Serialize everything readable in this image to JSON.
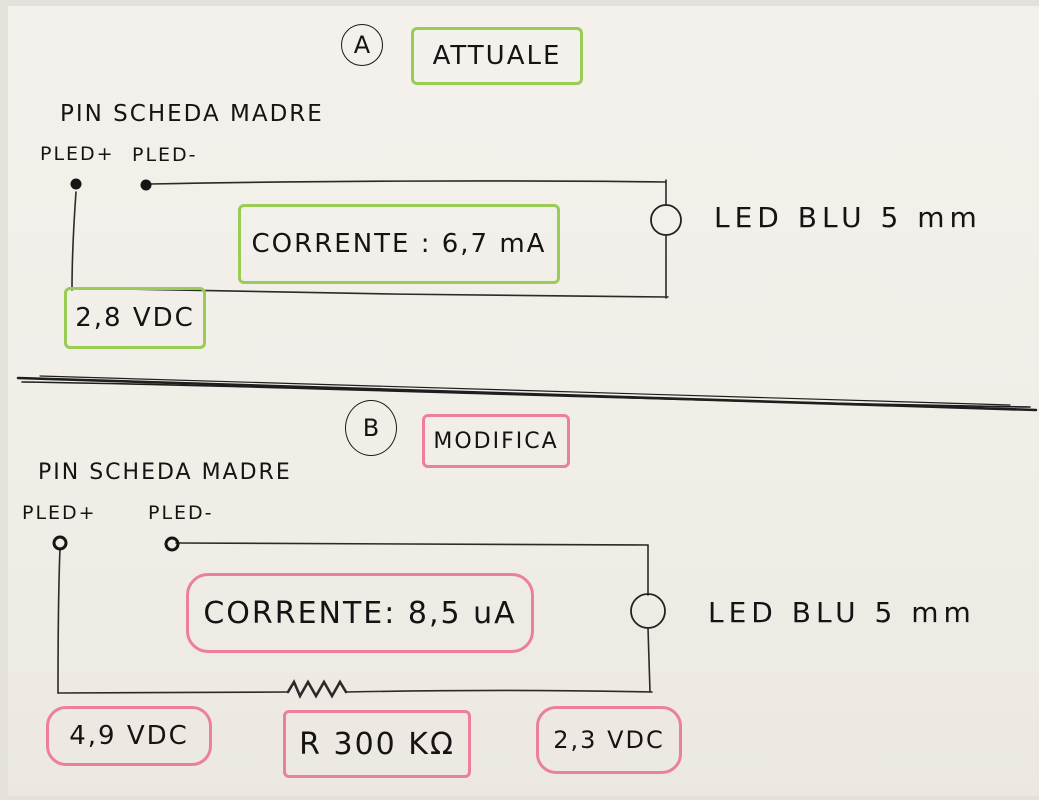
{
  "section_a": {
    "marker": "A",
    "title": "ATTUALE",
    "board_label": "PIN SCHEDA MADRE",
    "pin_plus": "PLED+",
    "pin_minus": "PLED-",
    "current": "CORRENTE : 6,7 mA",
    "led_label": "LED BLU 5 mm",
    "voltage": "2,8 VDC",
    "colors": {
      "box": "#9acb55"
    }
  },
  "section_b": {
    "marker": "B",
    "title": "MODIFICA",
    "board_label": "PIN SCHEDA MADRE",
    "pin_plus": "PLED+",
    "pin_minus": "PLED-",
    "current": "CORRENTE: 8,5 uA",
    "led_label": "LED BLU 5 mm",
    "voltage_left": "4,9 VDC",
    "resistor": "R 300 KΩ",
    "voltage_right": "2,3 VDC",
    "colors": {
      "box": "#ec7fa0"
    }
  }
}
